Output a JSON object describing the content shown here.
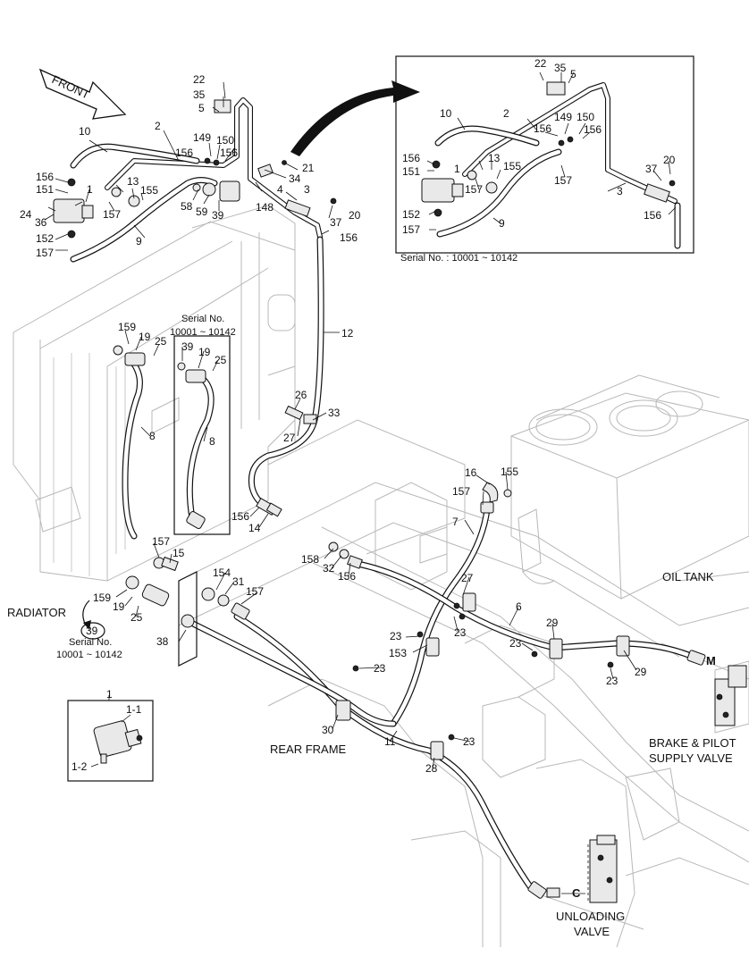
{
  "direction_arrow": {
    "label": "FRONT"
  },
  "component_labels": {
    "radiator": "RADIATOR",
    "oil_tank": "OIL TANK",
    "rear_frame": "REAR FRAME",
    "brake_pilot_line1": "BRAKE & PILOT",
    "brake_pilot_line2": "SUPPLY VALVE",
    "unloading_line1": "UNLOADING",
    "unloading_line2": "VALVE",
    "port_m": "M",
    "port_c": "C"
  },
  "inset_top_right": {
    "caption": "Serial No. : 10001 ~ 10142"
  },
  "inset_middle": {
    "caption_line1": "Serial No.",
    "caption_line2": "10001 ~ 10142"
  },
  "radiator_note": {
    "circled": "39",
    "caption_line1": "Serial No.",
    "caption_line2": "10001 ~ 10142"
  },
  "inset_pump": {
    "title": "1",
    "labels": [
      "1-1",
      "1-2"
    ]
  },
  "part_numbers": {
    "main_top": [
      "22",
      "35",
      "5",
      "2",
      "10",
      "149",
      "150",
      "156",
      "21",
      "34",
      "4",
      "3",
      "148",
      "37",
      "20",
      "156",
      "13",
      "155",
      "58",
      "59",
      "39",
      "156",
      "151",
      "1",
      "157",
      "24",
      "36",
      "152",
      "157",
      "9",
      "156",
      "12"
    ],
    "inset_top_right": [
      "22",
      "35",
      "5",
      "2",
      "10",
      "149",
      "150",
      "156",
      "156",
      "156",
      "151",
      "1",
      "13",
      "155",
      "157",
      "157",
      "37",
      "20",
      "3",
      "156",
      "152",
      "157",
      "9"
    ],
    "radiator_area": [
      "159",
      "19",
      "25",
      "8",
      "157",
      "15",
      "159",
      "19",
      "25",
      "38"
    ],
    "inset_middle": [
      "39",
      "19",
      "25",
      "8"
    ],
    "center": [
      "26",
      "27",
      "33",
      "156",
      "14",
      "16",
      "155",
      "157",
      "7",
      "158",
      "32",
      "156",
      "154",
      "31",
      "157",
      "27",
      "23",
      "6",
      "29",
      "23",
      "29",
      "23",
      "23",
      "153",
      "23",
      "30",
      "11",
      "23",
      "28"
    ]
  }
}
